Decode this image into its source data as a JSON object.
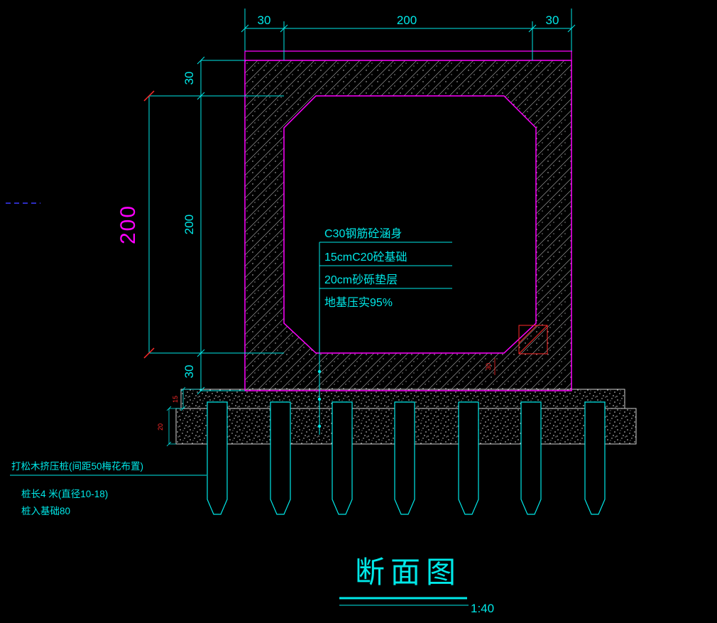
{
  "title_block": {
    "title": "断面图",
    "scale": "1:40"
  },
  "dimensions": {
    "top": [
      "30",
      "200",
      "30"
    ],
    "left_chain": [
      "30",
      "200",
      "30"
    ],
    "left_overall": "200",
    "foundation_red": [
      "15",
      "20"
    ],
    "chamfer_red": "30"
  },
  "annotations": {
    "leader_labels": [
      "C30钢筋砼涵身",
      "15cmC20砼基础",
      "20cm砂砾垫层",
      "地基压实95%"
    ],
    "pile_notes": [
      "打松木挤压桩(间距50梅花布置)",
      "桩长4 米(直径10-18)",
      "桩入基础80"
    ]
  },
  "colors": {
    "background": "#000000",
    "outline": "#ff00ff",
    "dimension": "#00e8e8",
    "accent": "#ff2a2a",
    "hatch": "#b9b9b9"
  }
}
